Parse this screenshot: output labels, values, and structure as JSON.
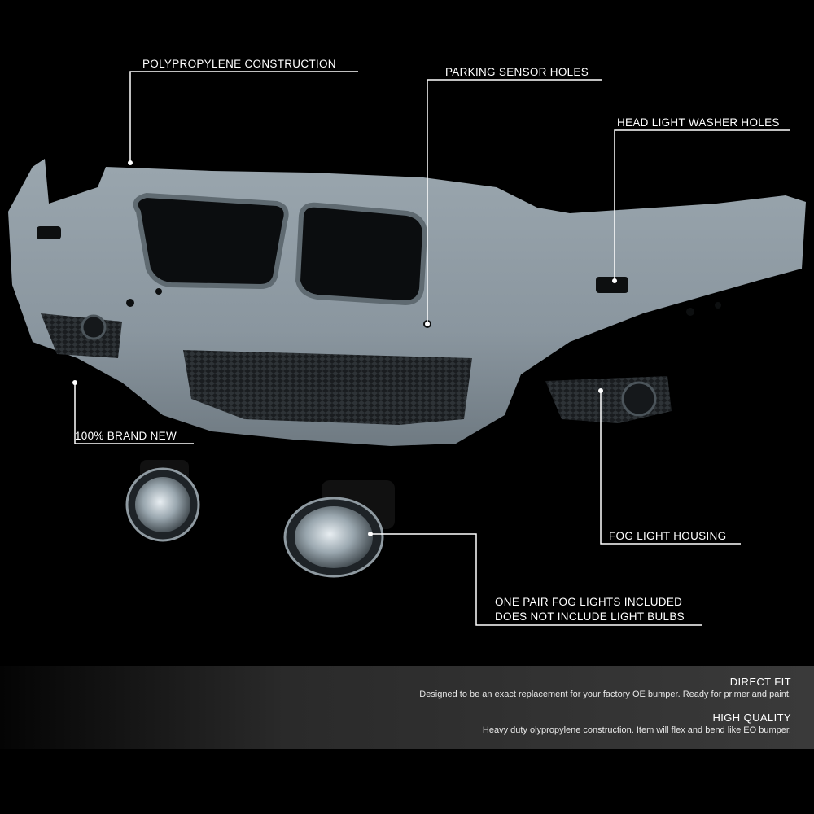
{
  "callouts": {
    "polypropylene": "POLYPROPYLENE CONSTRUCTION",
    "parking_sensor": "PARKING SENSOR HOLES",
    "washer_holes": "HEAD LIGHT WASHER HOLES",
    "brand_new": "100% BRAND NEW",
    "fog_housing": "FOG LIGHT HOUSING",
    "fog_pair_line1": "ONE PAIR FOG LIGHTS INCLUDED",
    "fog_pair_line2": "DOES NOT INCLUDE LIGHT BULBS"
  },
  "features": [
    {
      "heading": "DIRECT FIT",
      "text": "Designed to be an exact replacement for your factory OE bumper. Ready for primer and paint."
    },
    {
      "heading": "HIGH QUALITY",
      "text": "Heavy duty olypropylene construction. Item will flex and bend like EO bumper."
    }
  ],
  "colors": {
    "background": "#000000",
    "bumper": "#8e9aa3",
    "leader_line": "#ffffff",
    "footer_band": "#333333"
  }
}
